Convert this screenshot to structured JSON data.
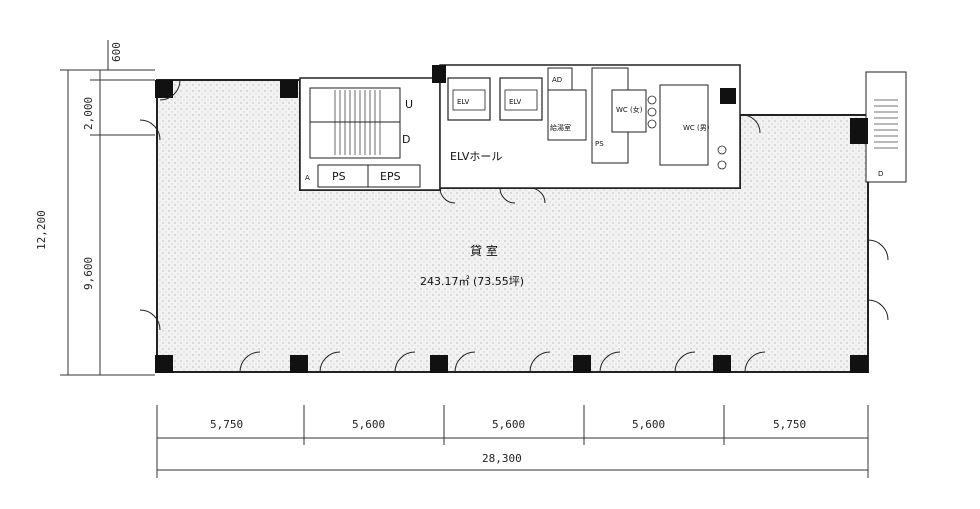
{
  "room": {
    "name": "貸 室",
    "area": "243.17㎡ (73.55坪)"
  },
  "labels": {
    "elv_hall": "ELVホール",
    "elv": "ELV",
    "ps": "PS",
    "eps": "EPS",
    "wc_m": "WC (男)",
    "wc_f": "WC (女)",
    "kyuto": "給湯室",
    "up": "U",
    "down": "D",
    "ad": "AD",
    "ps_small": "PS"
  },
  "dimensions": {
    "horizontal": [
      "5,750",
      "5,600",
      "5,600",
      "5,600",
      "5,750"
    ],
    "horizontal_total": "28,300",
    "vertical_top": "600",
    "vertical_upper": "2,000",
    "vertical_main": "9,600",
    "vertical_total": "12,200"
  },
  "colors": {
    "wall": "#111111",
    "fill": "#f0f0f0",
    "line": "#222222"
  }
}
